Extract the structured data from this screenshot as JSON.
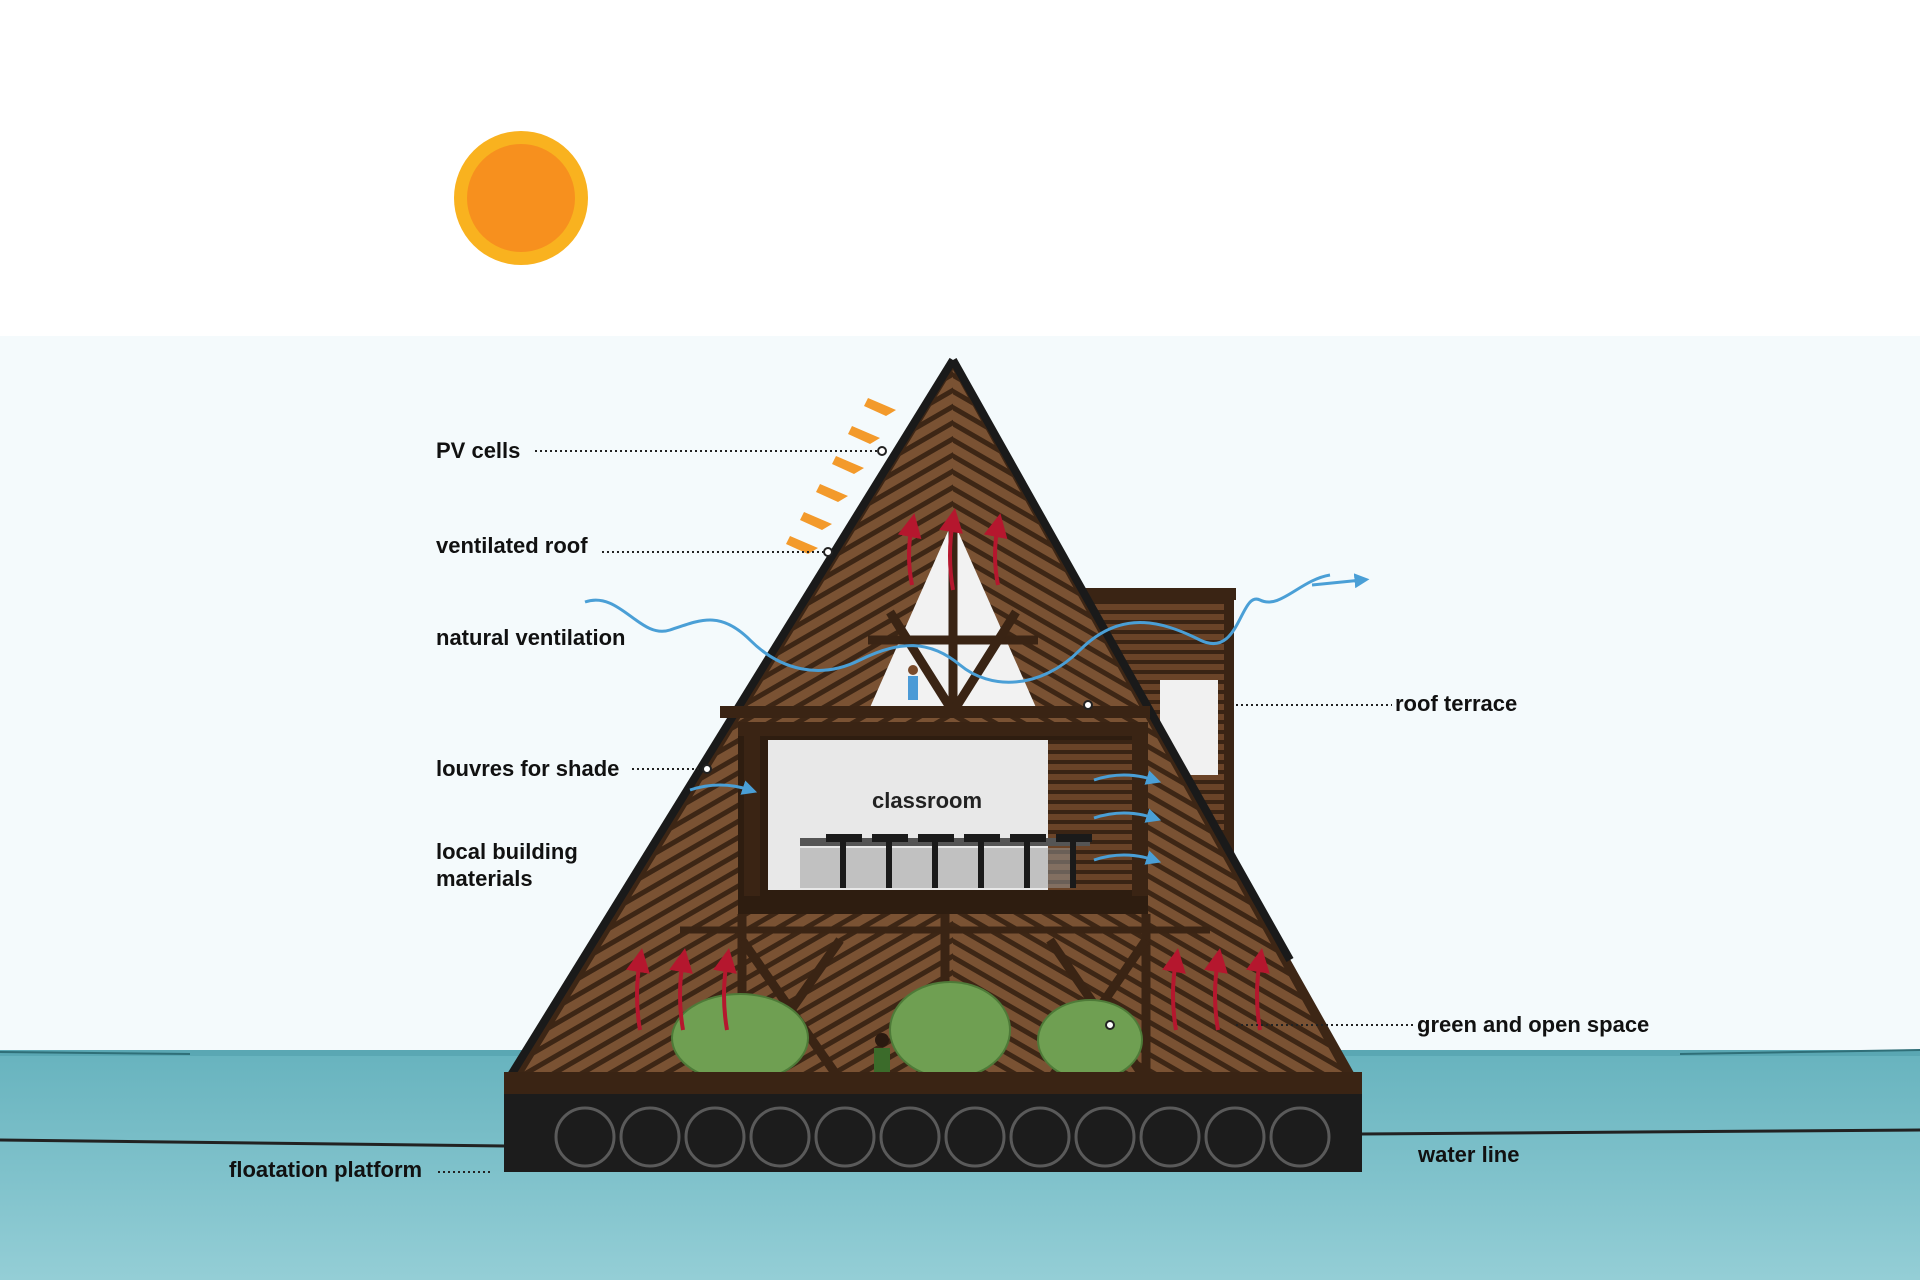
{
  "labels": {
    "pv_cells": "PV cells",
    "ventilated_roof": "ventilated roof",
    "natural_ventilation": "natural ventilation",
    "louvres_for_shade": "louvres for shade",
    "local_building_materials": "local building materials",
    "floatation_platform": "floatation platform",
    "roof_terrace": "roof terrace",
    "green_and_open_space": "green and open space",
    "water_line": "water line",
    "classroom": "classroom"
  },
  "colors": {
    "sky": "#f4fafc",
    "water_top": "#6fb9c4",
    "water_deep": "#8fcbd2",
    "sun_outer": "#f9b21f",
    "sun_inner": "#f7901e",
    "timber": "#5a3b22",
    "timber_dark": "#3d2615",
    "platform": "#1c1c1c",
    "heat_arrow": "#b5172e",
    "sun_ray": "#f39a2b",
    "air_flow": "#4a9fd6",
    "foliage": "#6f9f52"
  },
  "icons": [
    "sun-icon",
    "sun-ray-icon",
    "heat-arrow-icon",
    "air-flow-icon",
    "tree-icon",
    "person-icon"
  ]
}
